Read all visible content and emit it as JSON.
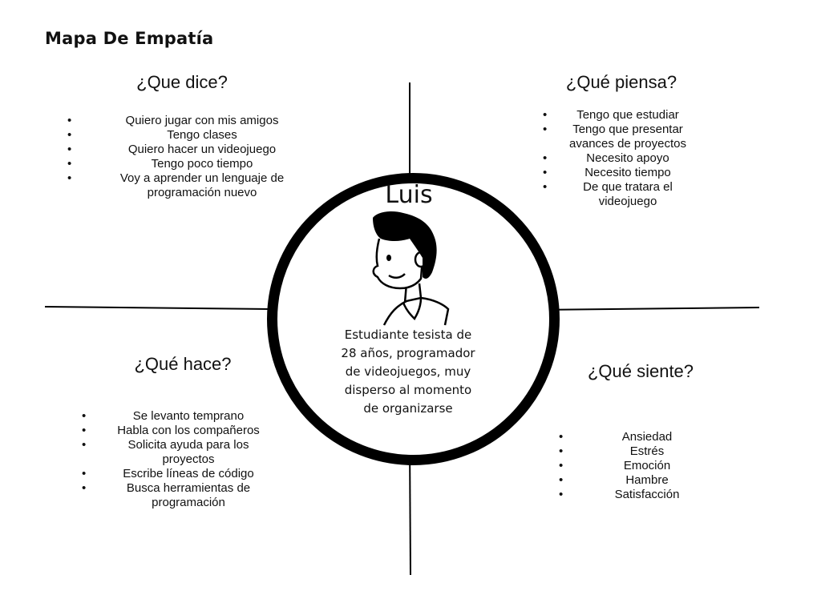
{
  "title": "Mapa De Empatía",
  "persona": {
    "name": "Luis",
    "description": "Estudiante tesista de 28 años, programador de videojuegos, muy disperso al momento de organizarse",
    "avatar_icon": "male-avatar-icon"
  },
  "quadrants": {
    "dice": {
      "title": "¿Que dice?",
      "items": [
        "Quiero jugar con mis amigos",
        "Tengo clases",
        "Quiero hacer un videojuego",
        "Tengo poco tiempo",
        "Voy a aprender un lenguaje de programación nuevo"
      ]
    },
    "piensa": {
      "title": "¿Qué piensa?",
      "items": [
        "Tengo que estudiar",
        "Tengo que presentar avances de proyectos",
        "Necesito apoyo",
        "Necesito tiempo",
        "De que tratara el videojuego"
      ]
    },
    "hace": {
      "title": "¿Qué hace?",
      "items": [
        "Se levanto temprano",
        "Habla con los compañeros",
        "Solicita ayuda para los proyectos",
        "Escribe líneas de código",
        "Busca herramientas de programación"
      ]
    },
    "siente": {
      "title": "¿Qué siente?",
      "items": [
        "Ansiedad",
        "Estrés",
        "Emoción",
        "Hambre",
        "Satisfacción"
      ]
    }
  },
  "colors": {
    "ink": "#000000",
    "background": "#ffffff"
  }
}
